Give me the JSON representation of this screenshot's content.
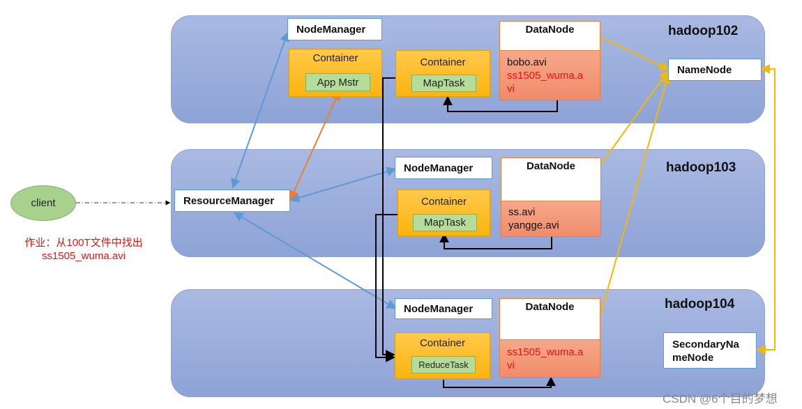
{
  "hosts": [
    {
      "name": "hadoop102"
    },
    {
      "name": "hadoop103"
    },
    {
      "name": "hadoop104"
    }
  ],
  "node_manager_label": "NodeManager",
  "resource_manager_label": "ResourceManager",
  "namenode_label": "NameNode",
  "secondary_namenode_label_1": "SecondaryNa",
  "secondary_namenode_label_2": "meNode",
  "container_label": "Container",
  "tasks": {
    "app_master": "App Mstr",
    "map_task": "MapTask",
    "reduce_task": "ReduceTask"
  },
  "datanode_label": "DataNode",
  "datanodes": [
    {
      "files": [
        {
          "text": "bobo.avi",
          "color": "black"
        },
        {
          "text": "ss1505_wuma.a",
          "color": "red"
        },
        {
          "text": "vi",
          "color": "red"
        }
      ]
    },
    {
      "files": [
        {
          "text": "ss.avi",
          "color": "black"
        },
        {
          "text": "yangge.avi",
          "color": "black"
        }
      ]
    },
    {
      "files": [
        {
          "text": "ss1505_wuma.a",
          "color": "red"
        },
        {
          "text": "vi",
          "color": "red"
        }
      ]
    }
  ],
  "client_label": "client",
  "note_line1": "作业：从100T文件中找出",
  "note_line2": "ss1505_wuma.avi",
  "watermark": "CSDN @6个目的梦想",
  "colors": {
    "host_fill": "#9aaedc",
    "blue_arrow": "#5b9bd5",
    "orange_arrow": "#ed7d31",
    "yellow_arrow": "#f5b800",
    "file_red": "#e31414"
  }
}
